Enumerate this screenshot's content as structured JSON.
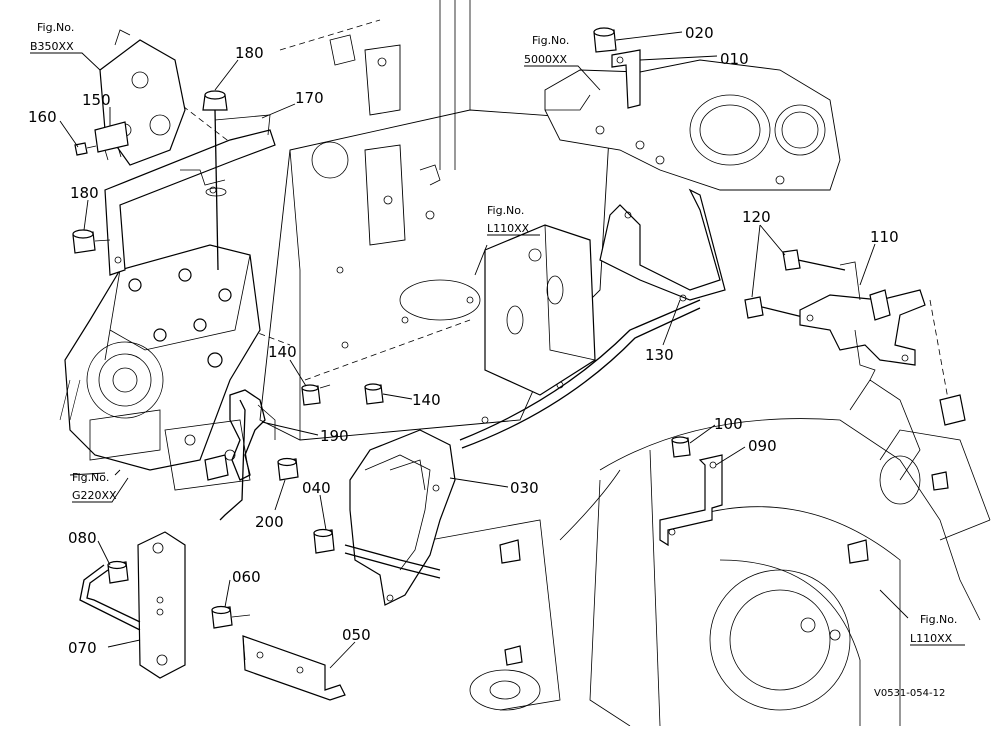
{
  "drawing_id": "V0531-054-12",
  "figure_refs": [
    {
      "id": "b350",
      "label": "Fig.No.",
      "code": "B350XX"
    },
    {
      "id": "5000",
      "label": "Fig.No.",
      "code": "5000XX"
    },
    {
      "id": "l110a",
      "label": "Fig.No.",
      "code": "L110XX"
    },
    {
      "id": "g220",
      "label": "Fig.No.",
      "code": "G220XX"
    },
    {
      "id": "l110b",
      "label": "Fig.No.",
      "code": "L110XX"
    }
  ],
  "callouts": [
    {
      "id": "p180a",
      "text": "180"
    },
    {
      "id": "p170",
      "text": "170"
    },
    {
      "id": "p150",
      "text": "150"
    },
    {
      "id": "p160",
      "text": "160"
    },
    {
      "id": "p180b",
      "text": "180"
    },
    {
      "id": "p020",
      "text": "020"
    },
    {
      "id": "p010",
      "text": "010"
    },
    {
      "id": "p120",
      "text": "120"
    },
    {
      "id": "p110",
      "text": "110"
    },
    {
      "id": "p130",
      "text": "130"
    },
    {
      "id": "p140a",
      "text": "140"
    },
    {
      "id": "p140b",
      "text": "140"
    },
    {
      "id": "p190",
      "text": "190"
    },
    {
      "id": "p100",
      "text": "100"
    },
    {
      "id": "p090",
      "text": "090"
    },
    {
      "id": "p030",
      "text": "030"
    },
    {
      "id": "p040",
      "text": "040"
    },
    {
      "id": "p200",
      "text": "200"
    },
    {
      "id": "p080",
      "text": "080"
    },
    {
      "id": "p060",
      "text": "060"
    },
    {
      "id": "p070",
      "text": "070"
    },
    {
      "id": "p050",
      "text": "050"
    }
  ]
}
